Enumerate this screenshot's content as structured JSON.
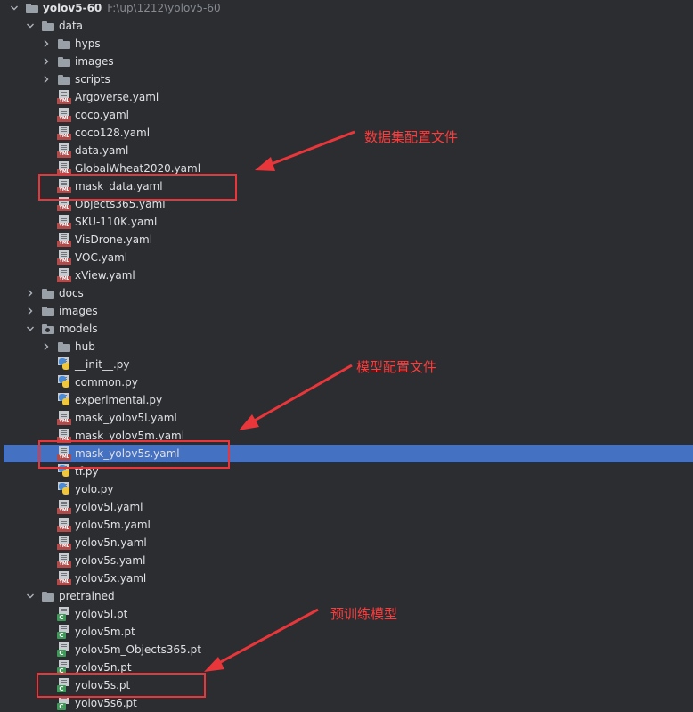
{
  "tree": {
    "root_name": "yolov5-60",
    "root_path": "F:\\up\\1212\\yolov5-60",
    "rows": [
      {
        "label": "data",
        "type": "folder",
        "depth": 1,
        "expanded": true
      },
      {
        "label": "hyps",
        "type": "folder",
        "depth": 2,
        "expanded": false
      },
      {
        "label": "images",
        "type": "folder",
        "depth": 2,
        "expanded": false
      },
      {
        "label": "scripts",
        "type": "folder",
        "depth": 2,
        "expanded": false
      },
      {
        "label": "Argoverse.yaml",
        "type": "yaml",
        "depth": 2
      },
      {
        "label": "coco.yaml",
        "type": "yaml",
        "depth": 2
      },
      {
        "label": "coco128.yaml",
        "type": "yaml",
        "depth": 2
      },
      {
        "label": "data.yaml",
        "type": "yaml",
        "depth": 2
      },
      {
        "label": "GlobalWheat2020.yaml",
        "type": "yaml",
        "depth": 2
      },
      {
        "label": "mask_data.yaml",
        "type": "yaml",
        "depth": 2
      },
      {
        "label": "Objects365.yaml",
        "type": "yaml",
        "depth": 2
      },
      {
        "label": "SKU-110K.yaml",
        "type": "yaml",
        "depth": 2
      },
      {
        "label": "VisDrone.yaml",
        "type": "yaml",
        "depth": 2
      },
      {
        "label": "VOC.yaml",
        "type": "yaml",
        "depth": 2
      },
      {
        "label": "xView.yaml",
        "type": "yaml",
        "depth": 2
      },
      {
        "label": "docs",
        "type": "folder",
        "depth": 1,
        "expanded": false
      },
      {
        "label": "images",
        "type": "folder",
        "depth": 1,
        "expanded": false
      },
      {
        "label": "models",
        "type": "package",
        "depth": 1,
        "expanded": true
      },
      {
        "label": "hub",
        "type": "folder",
        "depth": 2,
        "expanded": false
      },
      {
        "label": "__init__.py",
        "type": "py",
        "depth": 2
      },
      {
        "label": "common.py",
        "type": "py",
        "depth": 2
      },
      {
        "label": "experimental.py",
        "type": "py",
        "depth": 2
      },
      {
        "label": "mask_yolov5l.yaml",
        "type": "yaml",
        "depth": 2
      },
      {
        "label": "mask_yolov5m.yaml",
        "type": "yaml",
        "depth": 2
      },
      {
        "label": "mask_yolov5s.yaml",
        "type": "yaml",
        "depth": 2,
        "selected": true
      },
      {
        "label": "tf.py",
        "type": "py",
        "depth": 2
      },
      {
        "label": "yolo.py",
        "type": "py",
        "depth": 2
      },
      {
        "label": "yolov5l.yaml",
        "type": "yaml",
        "depth": 2
      },
      {
        "label": "yolov5m.yaml",
        "type": "yaml",
        "depth": 2
      },
      {
        "label": "yolov5n.yaml",
        "type": "yaml",
        "depth": 2
      },
      {
        "label": "yolov5s.yaml",
        "type": "yaml",
        "depth": 2
      },
      {
        "label": "yolov5x.yaml",
        "type": "yaml",
        "depth": 2
      },
      {
        "label": "pretrained",
        "type": "folder",
        "depth": 1,
        "expanded": true
      },
      {
        "label": "yolov5l.pt",
        "type": "pt",
        "depth": 2
      },
      {
        "label": "yolov5m.pt",
        "type": "pt",
        "depth": 2
      },
      {
        "label": "yolov5m_Objects365.pt",
        "type": "pt",
        "depth": 2
      },
      {
        "label": "yolov5n.pt",
        "type": "pt",
        "depth": 2
      },
      {
        "label": "yolov5s.pt",
        "type": "pt",
        "depth": 2
      },
      {
        "label": "yolov5s6.pt",
        "type": "pt",
        "depth": 2
      }
    ]
  },
  "file_badges": {
    "yaml": "YML",
    "pt": "C"
  },
  "annotations": {
    "dataset_config": "数据集配置文件",
    "model_config": "模型配置文件",
    "pretrained_model": "预训练模型"
  },
  "colors": {
    "background": "#2b2d30",
    "selection": "#4571c3",
    "annotation": "#e8363a",
    "yaml_badge": "#b34a4a",
    "pt_badge": "#3e9a58"
  }
}
